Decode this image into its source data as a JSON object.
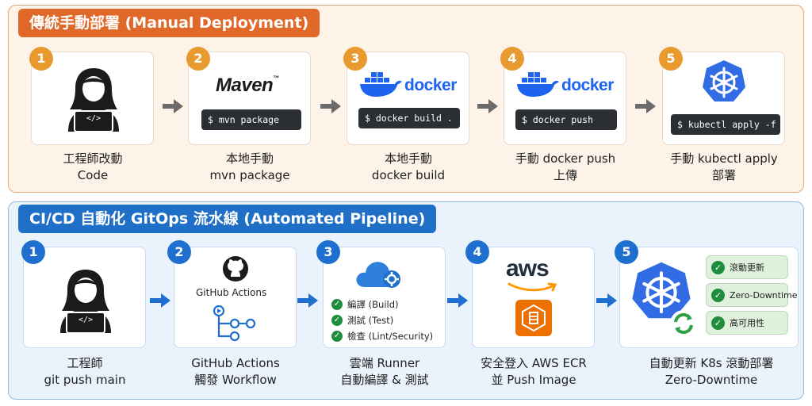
{
  "manual": {
    "title": "傳統手動部署 (Manual Deployment)",
    "steps": [
      {
        "num": "1",
        "line1": "工程師改動",
        "line2": "Code",
        "code_icon": "</>"
      },
      {
        "num": "2",
        "line1": "本地手動",
        "line2": "mvn package",
        "logo": "Maven",
        "logo_tm": "™",
        "command": "$ mvn package"
      },
      {
        "num": "3",
        "line1": "本地手動",
        "line2": "docker build",
        "logo": "docker",
        "command": "$ docker build ."
      },
      {
        "num": "4",
        "line1": "手動 docker push",
        "line2": "上傳",
        "logo": "docker",
        "command": "$ docker push"
      },
      {
        "num": "5",
        "line1": "手動 kubectl apply",
        "line2": "部署",
        "command": "$ kubectl apply -f ..."
      }
    ]
  },
  "pipeline": {
    "title": "CI/CD 自動化 GitOps  流水線 (Automated Pipeline)",
    "steps": [
      {
        "num": "1",
        "line1": "工程師",
        "line2": "git push main",
        "code_icon": "</>"
      },
      {
        "num": "2",
        "line1": "GitHub Actions",
        "line2": "觸發 Workflow",
        "logo_label": "GitHub Actions"
      },
      {
        "num": "3",
        "line1": "雲端 Runner",
        "line2": "自動編譯 & 測試",
        "checks": [
          "編譯 (Build)",
          "測試 (Test)",
          "檢查 (Lint/Security)"
        ]
      },
      {
        "num": "4",
        "line1": "安全登入 AWS ECR",
        "line2": "並 Push Image",
        "logo": "aws"
      },
      {
        "num": "5",
        "line1": "自動更新 K8s 滾動部署",
        "line2": "Zero-Downtime",
        "badges": [
          "滾動更新",
          "Zero-Downtime",
          "高可用性"
        ]
      }
    ]
  },
  "colors": {
    "manual_accent": "#e0692a",
    "pipeline_accent": "#1f6fc7",
    "check_green": "#1e8e3e",
    "docker_blue": "#1d63ed",
    "k8s_blue": "#326ce5",
    "aws_orange": "#ff9900"
  }
}
